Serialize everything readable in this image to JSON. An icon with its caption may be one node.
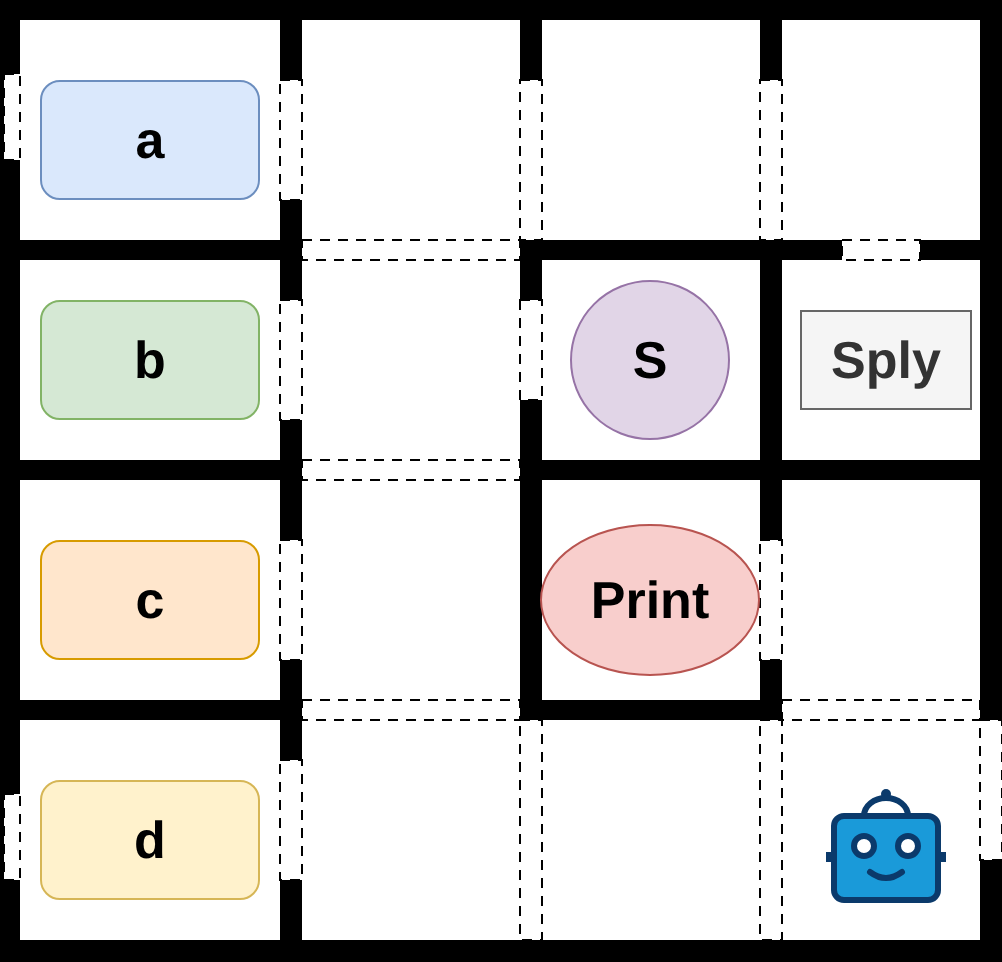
{
  "diagram": {
    "nodes": [
      {
        "text": [
          "a"
        ]
      },
      {
        "text": [
          "b"
        ]
      },
      {
        "text": [
          "S"
        ]
      },
      {
        "text": [
          "Sply"
        ]
      },
      {
        "text": [
          "c"
        ]
      },
      {
        "text": [
          "Print"
        ]
      },
      {
        "text": [
          "d"
        ]
      }
    ]
  }
}
